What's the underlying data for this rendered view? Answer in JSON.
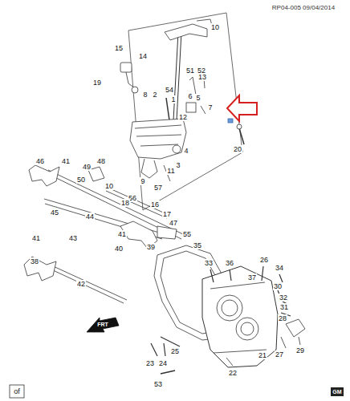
{
  "diagram": {
    "labels": [
      "RP04-005 09/04/2014",
      "10",
      "15",
      "14",
      "13",
      "51",
      "52",
      "19",
      "54",
      "8",
      "2",
      "6",
      "5",
      "1",
      "7",
      "12",
      "4",
      "20",
      "3",
      "11",
      "9",
      "46",
      "41",
      "48",
      "49",
      "50",
      "10",
      "57",
      "56",
      "18",
      "16",
      "17",
      "45",
      "44",
      "47",
      "41",
      "43",
      "41",
      "55",
      "39",
      "40",
      "35",
      "38",
      "33",
      "36",
      "26",
      "34",
      "37",
      "30",
      "42",
      "32",
      "31",
      "28",
      "FRT",
      "25",
      "21",
      "29",
      "27",
      "23",
      "24",
      "22",
      "53",
      "of",
      "GM"
    ]
  }
}
